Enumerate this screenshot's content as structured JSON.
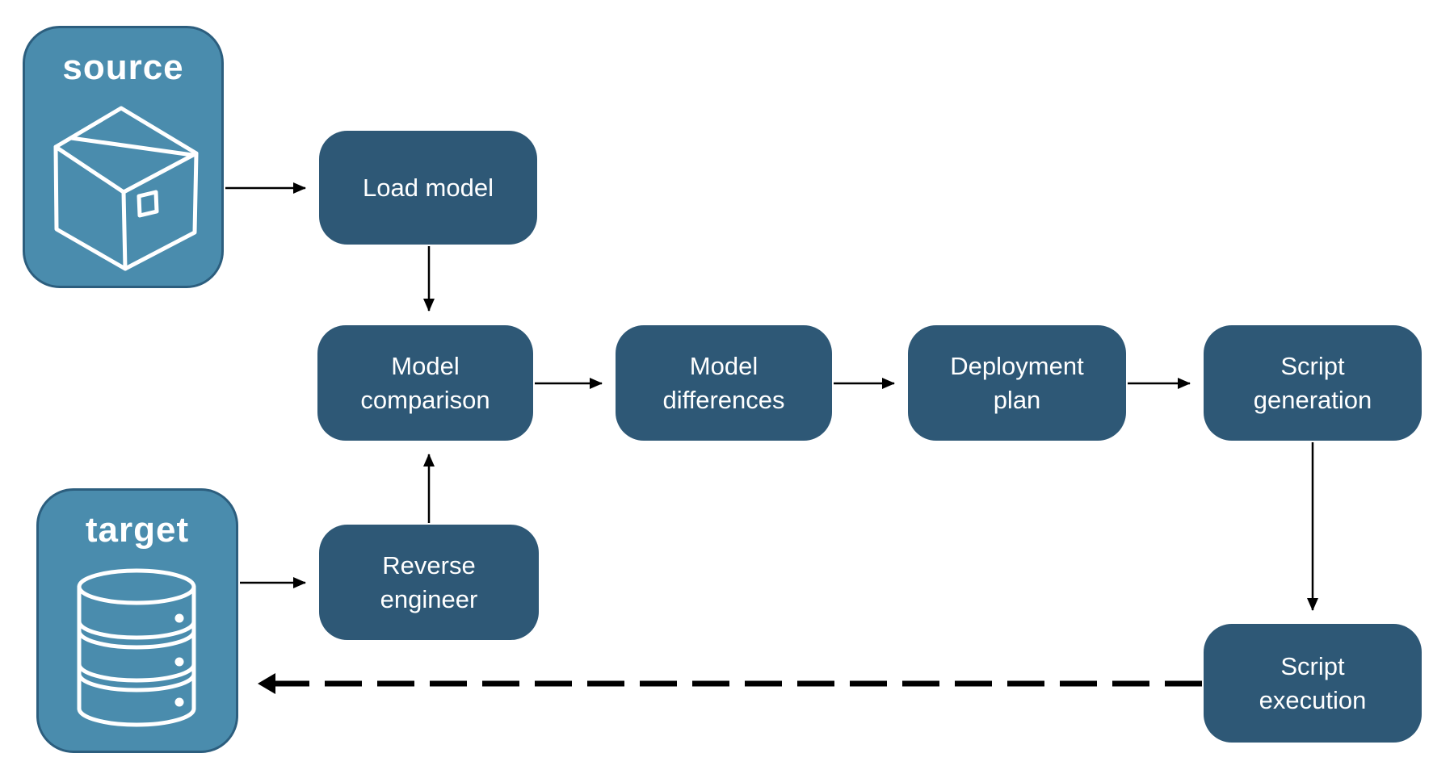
{
  "colors": {
    "endpoint_fill": "#4a8cad",
    "endpoint_border": "#2c5e7e",
    "process_fill": "#2e5876",
    "arrow": "#000000",
    "text": "#ffffff",
    "background": "#ffffff"
  },
  "endpoints": [
    {
      "id": "source",
      "label": "source",
      "icon": "package-icon"
    },
    {
      "id": "target",
      "label": "target",
      "icon": "database-icon"
    }
  ],
  "processes": [
    {
      "id": "load-model",
      "lines": [
        "Load model"
      ]
    },
    {
      "id": "model-comparison",
      "lines": [
        "Model",
        "comparison"
      ]
    },
    {
      "id": "model-differences",
      "lines": [
        "Model",
        "differences"
      ]
    },
    {
      "id": "deployment-plan",
      "lines": [
        "Deployment",
        "plan"
      ]
    },
    {
      "id": "script-generation",
      "lines": [
        "Script",
        "generation"
      ]
    },
    {
      "id": "reverse-engineer",
      "lines": [
        "Reverse",
        "engineer"
      ]
    },
    {
      "id": "script-execution",
      "lines": [
        "Script",
        "execution"
      ]
    }
  ],
  "flows": [
    {
      "from": "source",
      "to": "load-model",
      "style": "solid"
    },
    {
      "from": "load-model",
      "to": "model-comparison",
      "style": "solid"
    },
    {
      "from": "model-comparison",
      "to": "model-differences",
      "style": "solid"
    },
    {
      "from": "model-differences",
      "to": "deployment-plan",
      "style": "solid"
    },
    {
      "from": "deployment-plan",
      "to": "script-generation",
      "style": "solid"
    },
    {
      "from": "script-generation",
      "to": "script-execution",
      "style": "solid"
    },
    {
      "from": "target",
      "to": "reverse-engineer",
      "style": "solid"
    },
    {
      "from": "reverse-engineer",
      "to": "model-comparison",
      "style": "solid"
    },
    {
      "from": "script-execution",
      "to": "target",
      "style": "dashed"
    }
  ]
}
